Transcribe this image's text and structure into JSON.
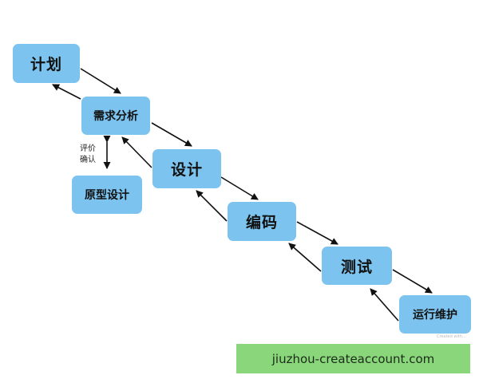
{
  "nodes": {
    "plan": "计划",
    "requirements": "需求分析",
    "design": "设计",
    "coding": "编码",
    "testing": "测试",
    "operation": "运行维护",
    "prototype": "原型设计"
  },
  "side_label": {
    "line1": "评价",
    "line2": "确认"
  },
  "watermark": "Created with...",
  "banner": "jiuzhou-createaccount.com",
  "colors": {
    "node_fill": "#7cc4ef",
    "arrow": "#111111",
    "banner": "#8ad67b"
  }
}
